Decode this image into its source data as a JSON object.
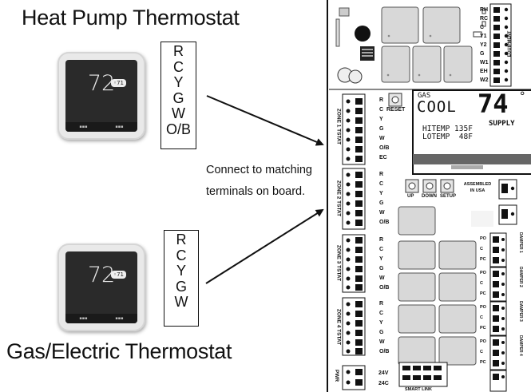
{
  "hp": {
    "title": "Heat Pump Thermostat",
    "terminals": [
      "R",
      "C",
      "Y",
      "G",
      "W",
      "O/B"
    ],
    "display_temp": "72"
  },
  "ge": {
    "title": "Gas/Electric Thermostat",
    "terminals": [
      "R",
      "C",
      "Y",
      "G",
      "W"
    ],
    "display_temp": "72"
  },
  "note": {
    "line1": "Connect to matching",
    "line2": "terminals on board."
  },
  "board": {
    "equipment_terms": [
      "RH",
      "RC",
      "C",
      "Y1",
      "Y2",
      "G",
      "W1",
      "EH",
      "W2"
    ],
    "equipment_label": "EQUIPMENT",
    "reset_label": "RESET",
    "lcd": {
      "mode_small": "GAS",
      "mode": "COOL",
      "temp": "74",
      "line1": "HITEMP 135F",
      "line2": "LOTEMP  48F",
      "supply": "SUPPLY"
    },
    "buttons": [
      "UP",
      "DOWN",
      "SETUP"
    ],
    "assembled": "ASSEMBLED IN USA",
    "zones": [
      {
        "label": "ZONE 1 TSTAT",
        "terms": [
          "R",
          "C",
          "Y",
          "G",
          "W",
          "O/B",
          "EC"
        ]
      },
      {
        "label": "ZONE 2 TSTAT",
        "terms": [
          "R",
          "C",
          "Y",
          "G",
          "W",
          "O/B"
        ]
      },
      {
        "label": "ZONE 3 TSTAT",
        "terms": [
          "R",
          "C",
          "Y",
          "G",
          "W",
          "O/B"
        ]
      },
      {
        "label": "ZONE 4 TSTAT",
        "terms": [
          "R",
          "C",
          "Y",
          "G",
          "W",
          "O/B"
        ]
      }
    ],
    "pwr_label": "PWR",
    "pwr_terms": [
      "24V",
      "24C"
    ],
    "smart_link": "SMART LINK",
    "damper_terms": [
      "PO",
      "C",
      "PC"
    ],
    "dampers": [
      "DAMPER 1",
      "DAMPER 2",
      "DAMPER 3",
      "DAMPER 4"
    ]
  }
}
